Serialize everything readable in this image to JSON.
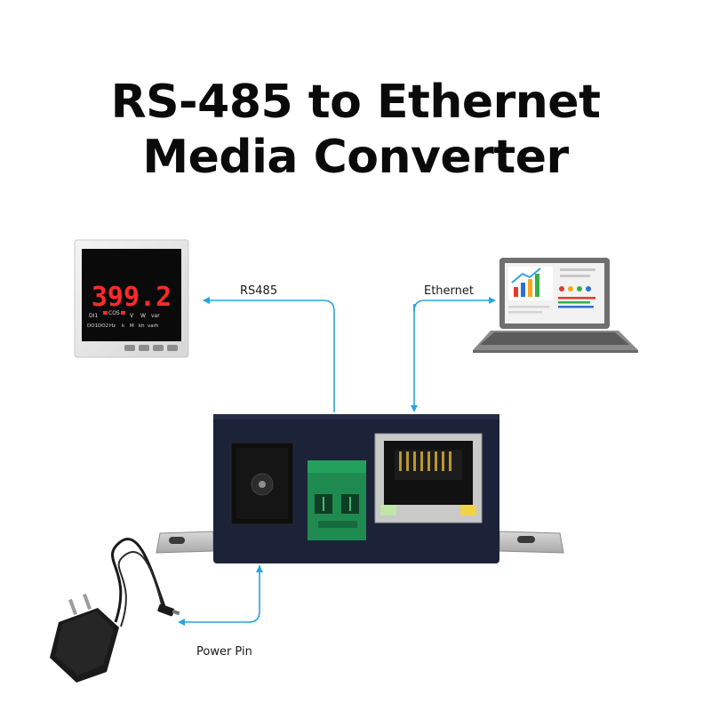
{
  "title": {
    "line1": "RS-485 to Ethernet",
    "line2": "Media Converter"
  },
  "labels": {
    "rs485": "RS485",
    "ethernet": "Ethernet",
    "power": "Power Pin"
  },
  "meter": {
    "reading": "399.2",
    "indicators_row1": [
      "DI1",
      "COS",
      "V",
      "W",
      "var"
    ],
    "indicators_row2": [
      "DO1",
      "DO2",
      "Hz",
      "k",
      "M",
      "kh",
      "varh"
    ]
  },
  "colors": {
    "arrow": "#29a3e0",
    "device_body": "#1c2238",
    "terminal_block": "#1f8a50",
    "meter_digits": "#ff2a2a"
  },
  "icons": [
    "power-meter-icon",
    "laptop-icon",
    "power-adapter-icon",
    "dc-jack-icon",
    "terminal-block-icon",
    "rj45-port-icon"
  ]
}
